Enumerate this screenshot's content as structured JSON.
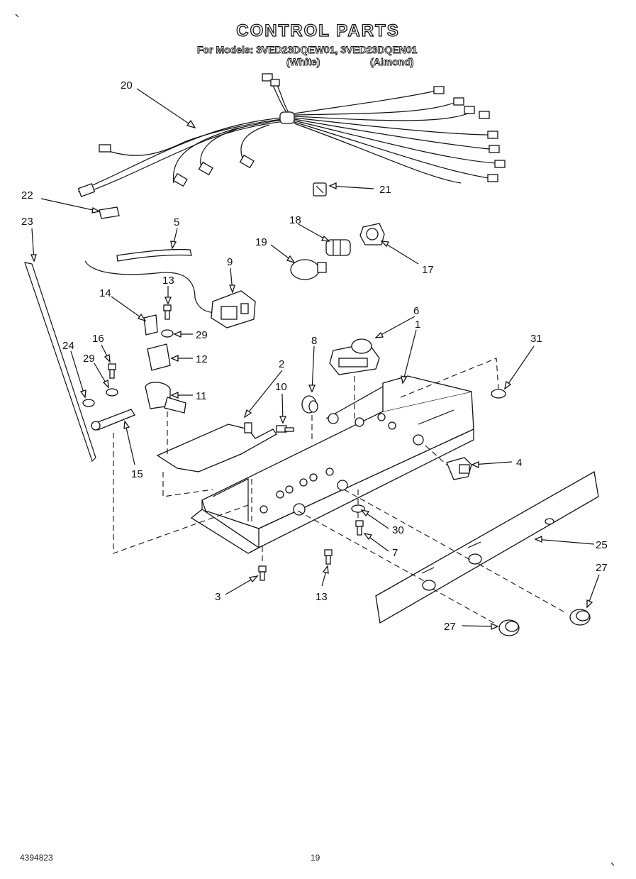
{
  "header": {
    "title": "CONTROL PARTS",
    "models_line": "For Models: 3VED23DQEW01, 3VED23DQEN01",
    "white_label": "(White)",
    "almond_label": "(Almond)"
  },
  "footer": {
    "doc_number": "4394823",
    "page_number": "19"
  },
  "callouts": {
    "c1": "1",
    "c2": "2",
    "c3": "3",
    "c4": "4",
    "c5": "5",
    "c6": "6",
    "c7": "7",
    "c8": "8",
    "c9": "9",
    "c10": "10",
    "c11": "11",
    "c12": "12",
    "c13a": "13",
    "c13b": "13",
    "c14": "14",
    "c15": "15",
    "c16": "16",
    "c17": "17",
    "c18": "18",
    "c19": "19",
    "c20": "20",
    "c21": "21",
    "c22": "22",
    "c23": "23",
    "c24": "24",
    "c25": "25",
    "c27a": "27",
    "c27b": "27",
    "c29a": "29",
    "c29b": "29",
    "c30": "30",
    "c31": "31"
  }
}
